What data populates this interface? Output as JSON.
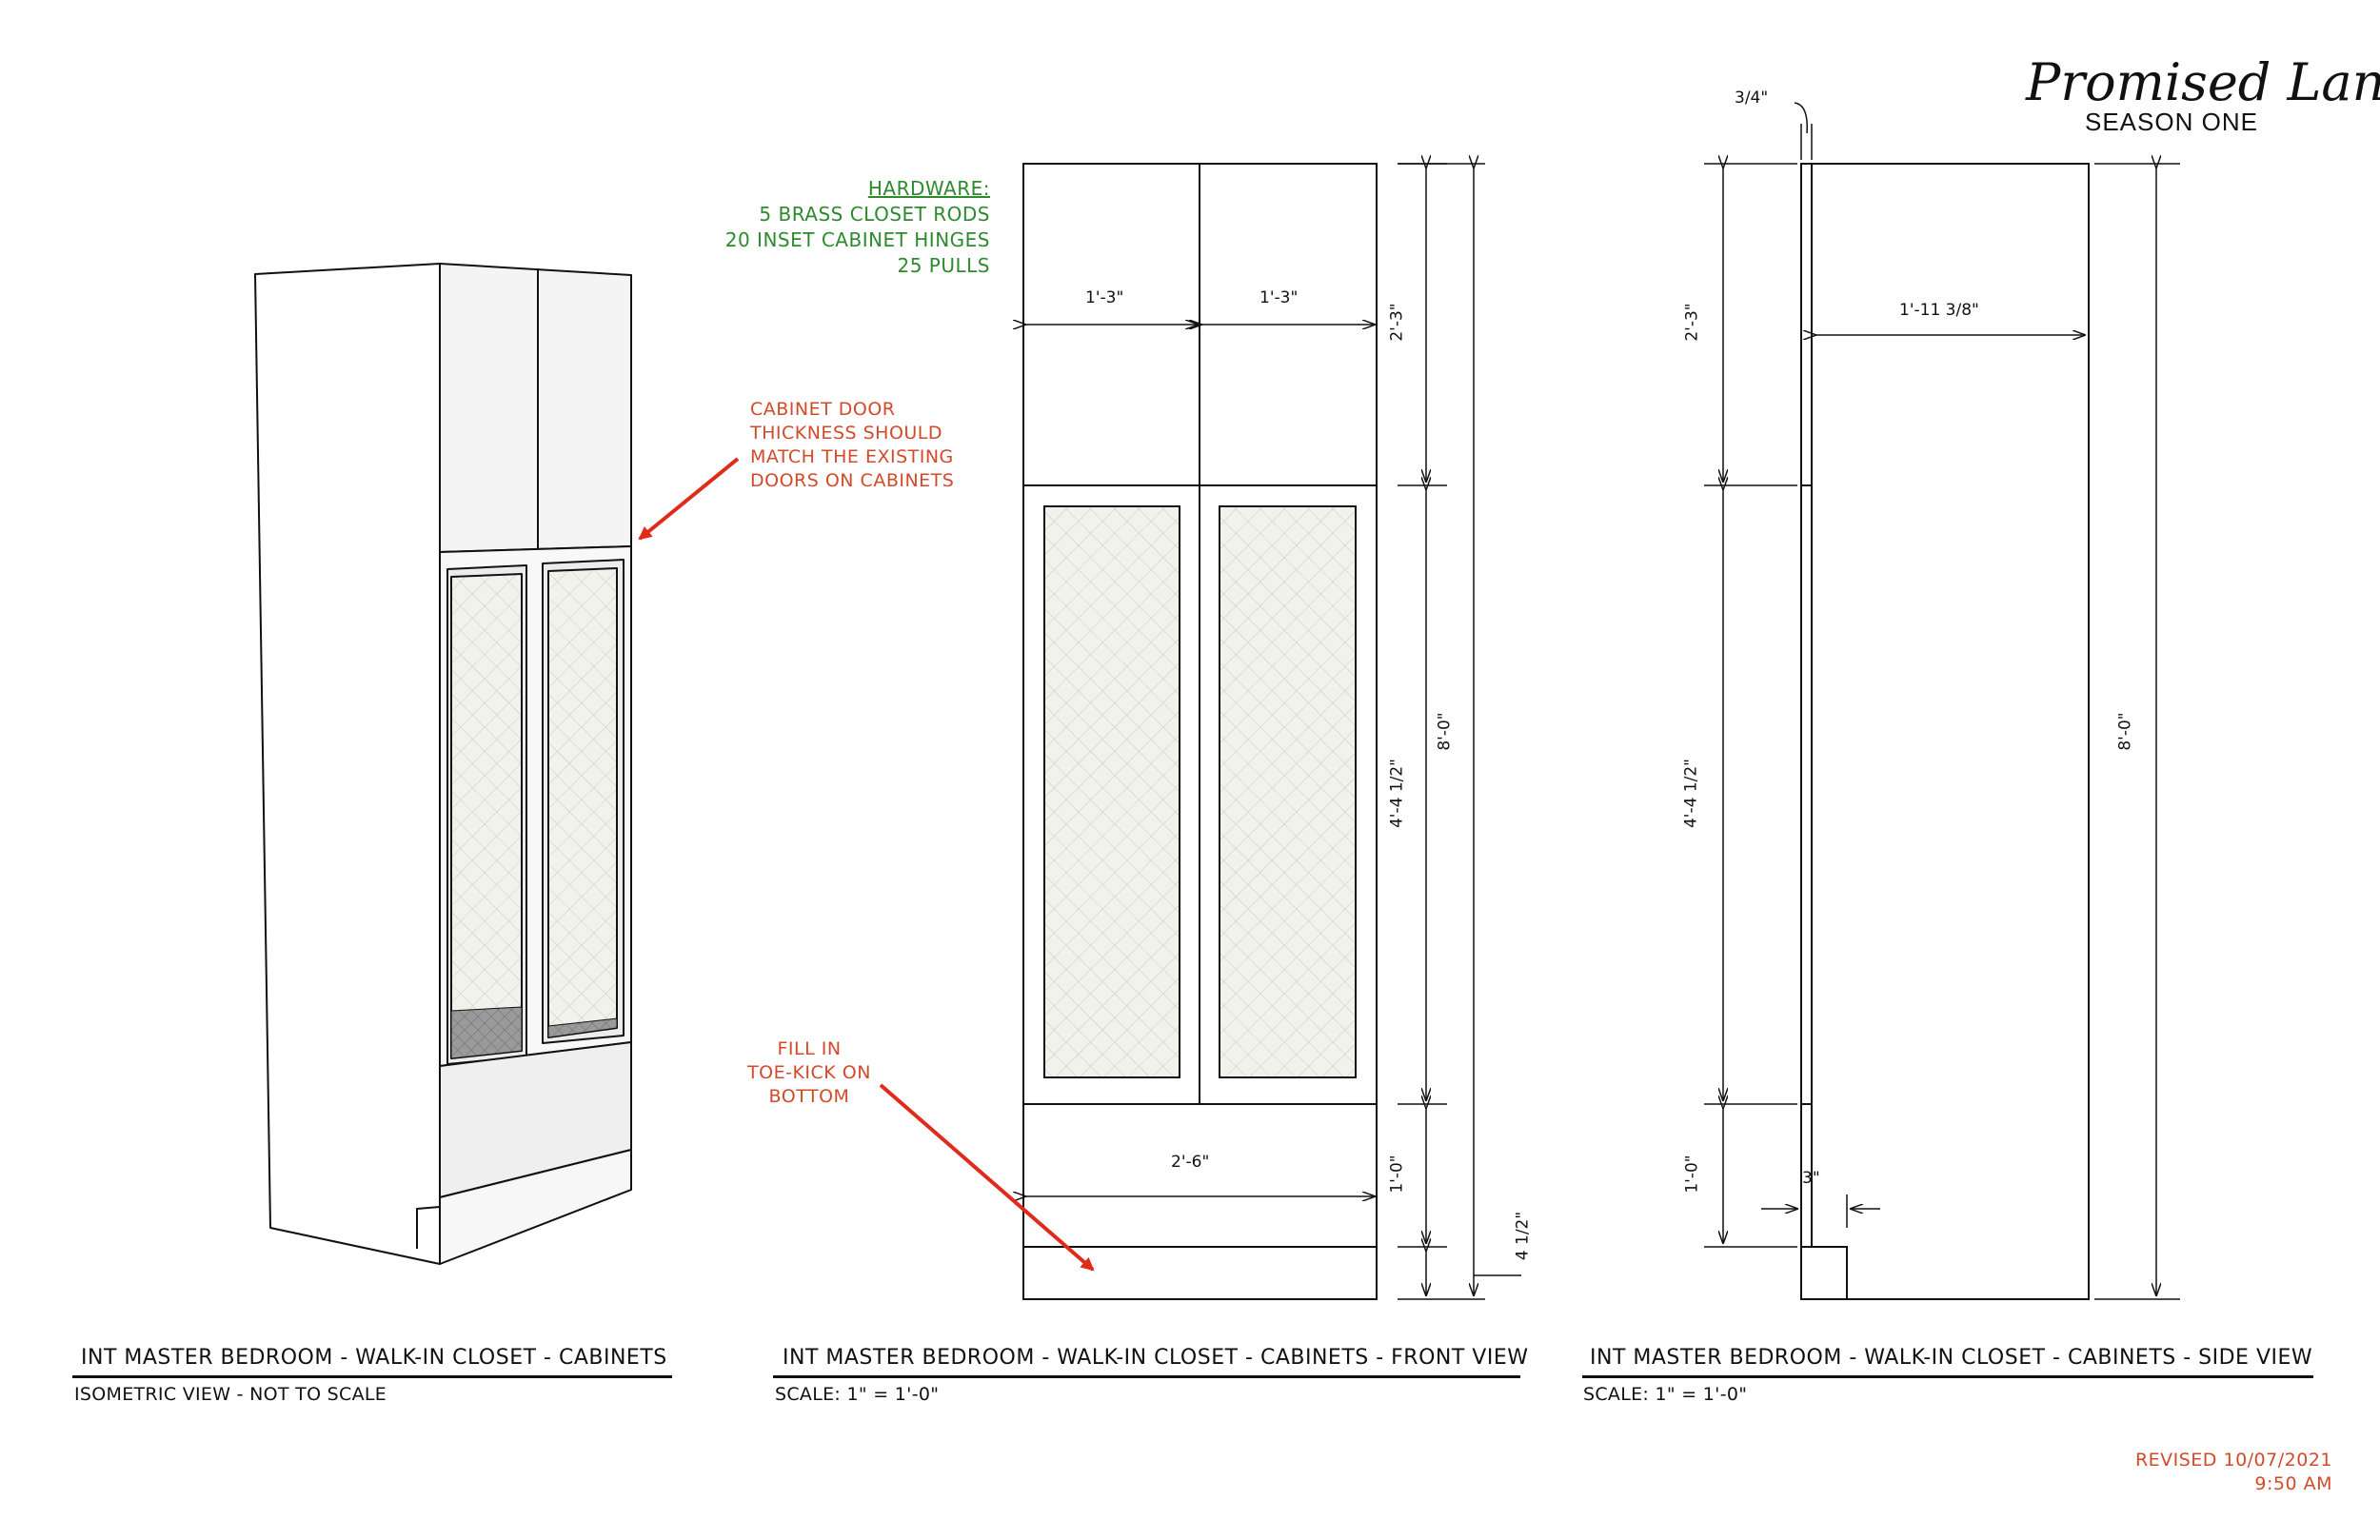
{
  "brand": {
    "name": "Promised Land",
    "subtitle": "SEASON ONE"
  },
  "notes": {
    "hardware_title": "HARDWARE:",
    "hardware_items": [
      "5 BRASS CLOSET RODS",
      "20 INSET CABINET HINGES",
      "25 PULLS"
    ],
    "door_note": [
      "CABINET DOOR",
      "THICKNESS SHOULD",
      "MATCH THE EXISTING",
      "DOORS ON CABINETS"
    ],
    "toekick_note": [
      "FILL IN",
      "TOE-KICK ON",
      "BOTTOM"
    ]
  },
  "front_dims": {
    "upper_left_width": "1'-3\"",
    "upper_right_width": "1'-3\"",
    "total_width": "2'-6\"",
    "upper_height": "2'-3\"",
    "middle_height": "4'-4 1/2\"",
    "lower_height": "1'-0\"",
    "toekick_height": "4 1/2\"",
    "total_height": "8'-0\""
  },
  "side_dims": {
    "door_thickness": "3/4\"",
    "depth": "1'-11 3/8\"",
    "upper_height": "2'-3\"",
    "middle_height": "4'-4 1/2\"",
    "lower_height": "1'-0\"",
    "toekick_depth": "3\"",
    "total_height": "8'-0\""
  },
  "captions": {
    "iso_title": "INT MASTER BEDROOM - WALK-IN CLOSET - CABINETS",
    "iso_sub": "ISOMETRIC VIEW - NOT TO SCALE",
    "front_title": "INT MASTER BEDROOM - WALK-IN CLOSET - CABINETS - FRONT VIEW",
    "front_sub": "SCALE: 1\" = 1'-0\"",
    "side_title": "INT MASTER BEDROOM - WALK-IN CLOSET - CABINETS - SIDE VIEW",
    "side_sub": "SCALE: 1\" = 1'-0\""
  },
  "revision": {
    "date": "REVISED 10/07/2021",
    "time": "9:50 AM"
  },
  "colors": {
    "line": "#111111",
    "note_red": "#d24a2a",
    "note_green": "#2e8a2e",
    "glass_fill": "#eef0e8",
    "shade": "#e8e8e8"
  }
}
